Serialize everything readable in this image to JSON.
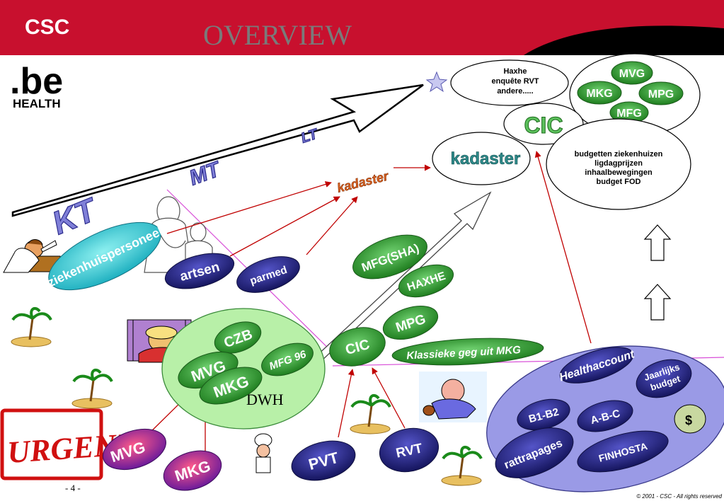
{
  "header": {
    "logo": "CSC",
    "title": "OVERVIEW"
  },
  "be_logo": {
    "mark": ".be",
    "sub": "HEALTH"
  },
  "timeline": {
    "short": "KT",
    "mid": "MT",
    "long": "LT"
  },
  "staff": {
    "hospital": "ziekenhuispersoneel",
    "doctors": "artsen",
    "parmed": "parmed"
  },
  "kadaster": {
    "label_red": "kadaster",
    "label_main": "kadaster"
  },
  "dwh": {
    "label": "DWH",
    "czb": "CZB",
    "mvg": "MVG",
    "mkg": "MKG",
    "mfg96": "MFG 96"
  },
  "cic_group": {
    "cic": "CIC",
    "mfg_sha": "MFG(SHA)",
    "haxhe": "HAXHE",
    "mpg": "MPG",
    "klassieke": "Klassieke geg uit MKG"
  },
  "sources": {
    "mvg": "MVG",
    "mkg": "MKG",
    "pvt": "PVT",
    "rvt": "RVT"
  },
  "urgent": "URGENT",
  "top_right": {
    "haxhe_text": [
      "Haxhe",
      "enquête RVT",
      "andere....."
    ],
    "cic": "CIC",
    "mvg": "MVG",
    "mkg": "MKG",
    "mpg": "MPG",
    "mfg": "MFG",
    "budget_text": [
      "budgetten ziekenhuizen",
      "ligdagprijzen",
      "inhaalbewegingen",
      "budget FOD"
    ]
  },
  "healthaccount": {
    "title": "Healthaccount",
    "jaarlijks": [
      "Jaarlijks",
      "budget"
    ],
    "b1b2": "B1-B2",
    "abc": "A-B-C",
    "rattrapages": "rattrapages",
    "finhosta": "FINHOSTA"
  },
  "footer": {
    "page": "- 4 -",
    "copyright": "© 2001 - CSC  -  All rights reserved"
  },
  "colors": {
    "brand_red": "#c8102e",
    "green": "#2e8b2e",
    "navy": "#22227a",
    "red_arrow": "#c00000",
    "lavender": "#9a9ae6"
  }
}
